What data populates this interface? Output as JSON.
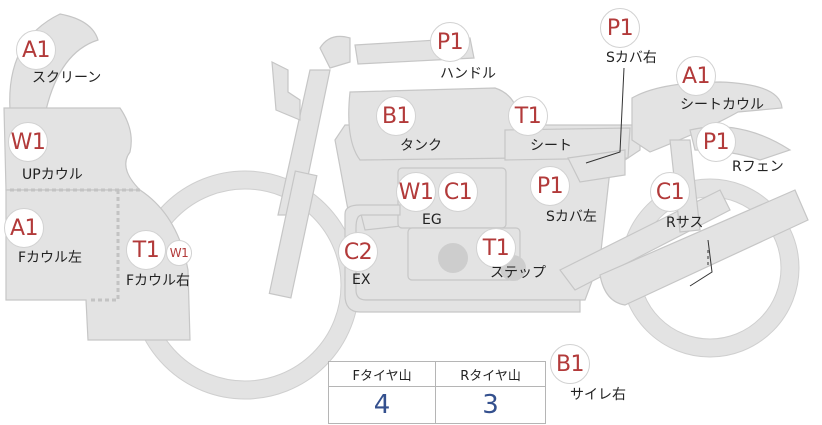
{
  "parts": [
    {
      "id": "screen",
      "code": "A1",
      "label": "スクリーン"
    },
    {
      "id": "up-cowl",
      "code": "W1",
      "label": "UPカウル"
    },
    {
      "id": "f-cowl-left",
      "code": "A1",
      "label": "Fカウル左"
    },
    {
      "id": "f-cowl-right",
      "code": "T1",
      "sub_code": "W1",
      "label": "Fカウル右"
    },
    {
      "id": "handle",
      "code": "P1",
      "label": "ハンドル"
    },
    {
      "id": "tank",
      "code": "B1",
      "label": "タンク"
    },
    {
      "id": "engine",
      "code": "W1",
      "sub_code": "C1",
      "label": "EG"
    },
    {
      "id": "exhaust",
      "code": "C2",
      "label": "EX"
    },
    {
      "id": "seat",
      "code": "T1",
      "label": "シート"
    },
    {
      "id": "side-cover-left",
      "code": "P1",
      "label": "Sカバ左"
    },
    {
      "id": "step",
      "code": "T1",
      "label": "ステップ"
    },
    {
      "id": "side-cover-right",
      "code": "P1",
      "label": "Sカバ右"
    },
    {
      "id": "seat-cowl",
      "code": "A1",
      "label": "シートカウル"
    },
    {
      "id": "r-fender",
      "code": "P1",
      "label": "Rフェン"
    },
    {
      "id": "r-suspension",
      "code": "C1",
      "label": "Rサス"
    },
    {
      "id": "silencer-right",
      "code": "B1",
      "label": "サイレ右"
    }
  ],
  "tires": {
    "front_label": "Fタイヤ山",
    "rear_label": "Rタイヤ山",
    "front_value": "4",
    "rear_value": "3"
  },
  "colors": {
    "body_fill": "#e3e3e3",
    "outline": "#c6c6c6",
    "code_text": "#b23a3a",
    "value_text": "#34508e"
  }
}
